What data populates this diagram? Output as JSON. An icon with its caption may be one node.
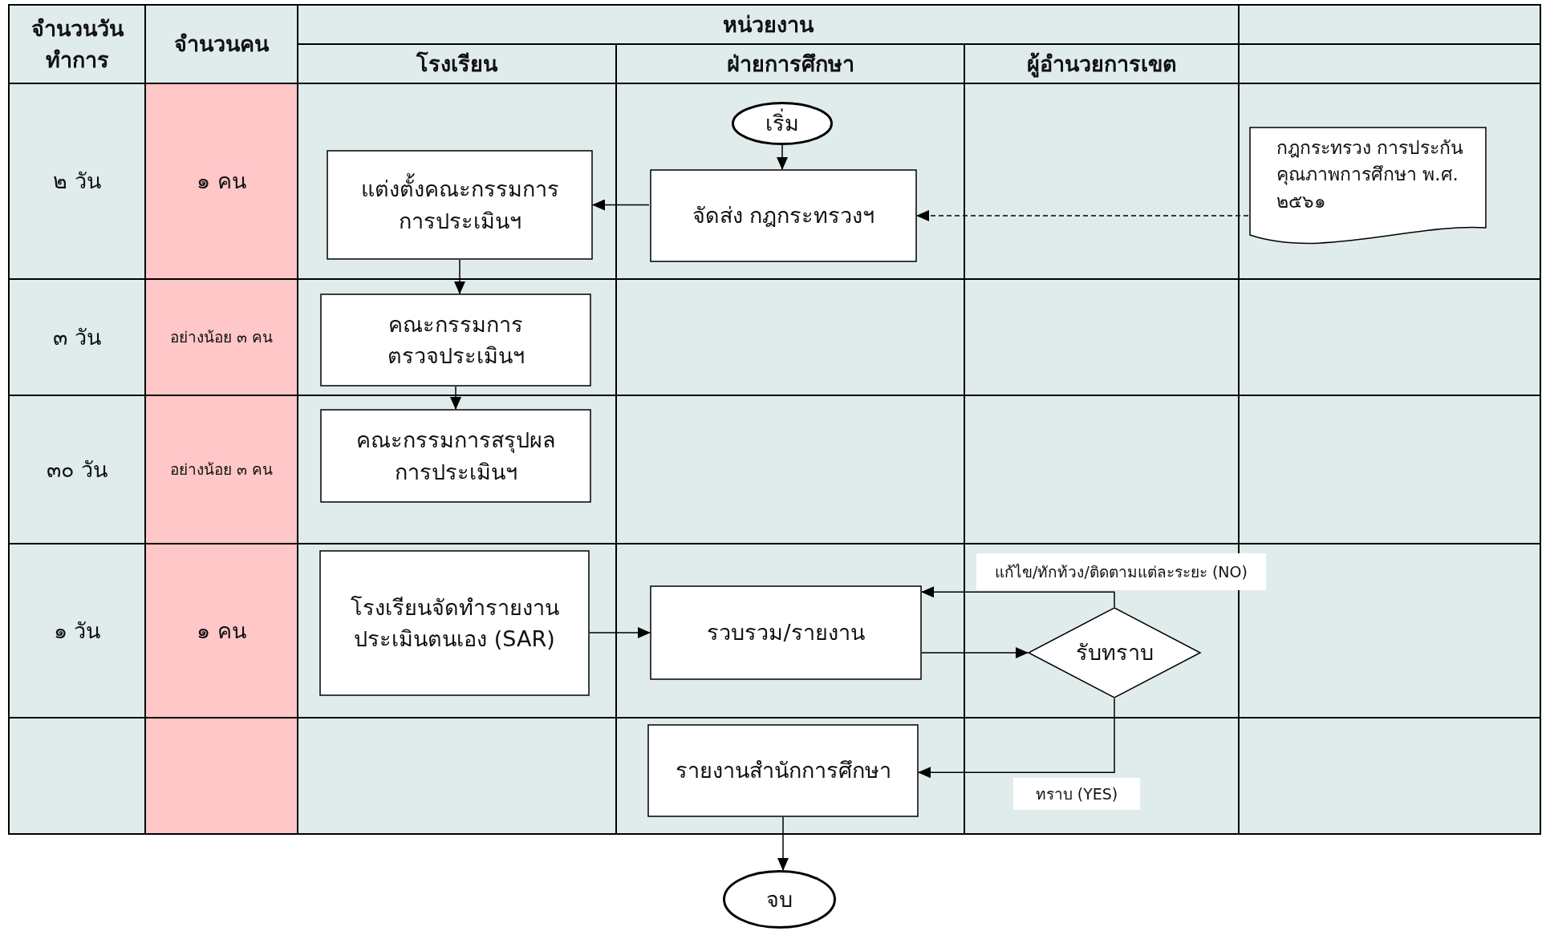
{
  "diagram": {
    "nodes": [
      {
        "text": [
          "เริ่ม"
        ]
      },
      {
        "text": [
          "จัดส่ง กฎกระทรวงฯ"
        ]
      },
      {
        "text": [
          "แต่งตั้งคณะกรรมการการประเมินฯ"
        ]
      },
      {
        "text": [
          "กฎกระทรวง การประกันคุณภาพการศึกษา พ.ศ. ๒๕๖๑"
        ]
      },
      {
        "text": [
          "คณะกรรมการตรวจประเมินฯ"
        ]
      },
      {
        "text": [
          "คณะกรรมการสรุปผลการประเมินฯ"
        ]
      },
      {
        "text": [
          "โรงเรียนจัดทำรายงานประเมินตนเอง (SAR)"
        ]
      },
      {
        "text": [
          "รวบรวม/รายงาน"
        ]
      },
      {
        "text": [
          "รับทราบ"
        ]
      },
      {
        "text": [
          "รายงานสำนักการศึกษา"
        ]
      },
      {
        "text": [
          "จบ"
        ]
      }
    ],
    "edges": [
      {
        "from": 0,
        "to": 1,
        "arrow": "to"
      },
      {
        "from": 1,
        "to": 2,
        "arrow": "to"
      },
      {
        "from": 3,
        "to": 1,
        "arrow": "to",
        "style": "dashed"
      },
      {
        "from": 2,
        "to": 4,
        "arrow": "to"
      },
      {
        "from": 4,
        "to": 5,
        "arrow": "to"
      },
      {
        "from": 6,
        "to": 7,
        "arrow": "to"
      },
      {
        "from": 7,
        "to": 8,
        "arrow": "to"
      },
      {
        "from": 8,
        "to": 7,
        "arrow": "to",
        "label": "แก้ไข/ทักท้วง/ติดตามแต่ละระยะ (NO)"
      },
      {
        "from": 8,
        "to": 9,
        "arrow": "to",
        "label": "ทราบ (YES)"
      },
      {
        "from": 9,
        "to": 10,
        "arrow": "to"
      }
    ],
    "labels": [
      "จำนวนวันทำการ",
      "จำนวนคน",
      "หน่วยงาน",
      "โรงเรียน",
      "ฝ่ายการศึกษา",
      "ผู้อำนวยการเขต",
      "๒ วัน",
      "๑ คน",
      "๓ วัน",
      "อย่างน้อย ๓ คน",
      "๓๐ วัน",
      "อย่างน้อย ๓ คน",
      "๑ วัน",
      "๑ คน"
    ]
  }
}
